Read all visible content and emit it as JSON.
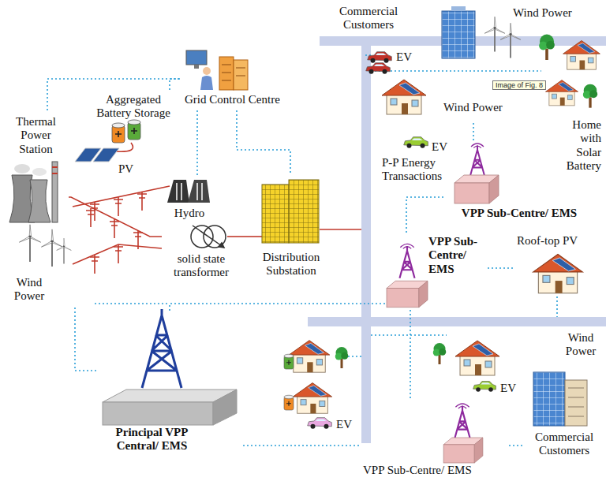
{
  "diagram": {
    "nodes": [
      {
        "text": [
          "Thermal Power Station"
        ]
      },
      {
        "text": [
          "PV"
        ]
      },
      {
        "text": [
          "Aggregated Battery Storage"
        ]
      },
      {
        "text": [
          "Grid Control Centre"
        ]
      },
      {
        "text": [
          "Hydro"
        ]
      },
      {
        "text": [
          "Wind Power"
        ]
      },
      {
        "text": [
          "solid state transformer"
        ]
      },
      {
        "text": [
          "Distribution Substation"
        ]
      },
      {
        "text": [
          "Commercial Customers"
        ]
      },
      {
        "text": [
          "Wind Power"
        ]
      },
      {
        "text": [
          "Wind Power"
        ]
      },
      {
        "text": [
          "Home with Solar Battery"
        ]
      },
      {
        "text": [
          "VPP Sub-Centre/ EMS"
        ]
      },
      {
        "text": [
          "VPP Sub- Centre/ EMS"
        ]
      },
      {
        "text": [
          "Roof-top PV"
        ]
      },
      {
        "text": [
          "Principal VPP Central/ EMS"
        ]
      },
      {
        "text": [
          "EV"
        ]
      },
      {
        "text": [
          "EV"
        ]
      },
      {
        "text": [
          "Wind Power"
        ]
      },
      {
        "text": [
          "Commercial Customers"
        ]
      },
      {
        "text": [
          "VPP Sub-Centre/ EMS"
        ]
      }
    ],
    "edges": [
      {
        "from": 3,
        "to": 7,
        "arrow": "none"
      },
      {
        "from": 3,
        "to": 2,
        "arrow": "none"
      },
      {
        "from": 3,
        "to": 4,
        "arrow": "none"
      },
      {
        "from": 13,
        "to": 15,
        "arrow": "none"
      },
      {
        "from": 13,
        "to": 12,
        "arrow": "none"
      },
      {
        "from": 12,
        "to": 10,
        "arrow": "none"
      },
      {
        "from": 20,
        "to": 15,
        "arrow": "none"
      },
      {
        "from": 13,
        "to": 20,
        "arrow": "none"
      },
      {
        "from": 5,
        "to": 15,
        "arrow": "none"
      },
      {
        "from": 0,
        "to": 3,
        "arrow": "none"
      },
      {
        "from": 14,
        "to": 13,
        "arrow": "none"
      },
      {
        "from": 19,
        "to": 20,
        "arrow": "none"
      },
      {
        "from": 0,
        "to": 6,
        "arrow": "none"
      },
      {
        "from": 6,
        "to": 7,
        "arrow": "none"
      }
    ],
    "labels": [
      "EV",
      "Image of Fig. 8",
      "EV",
      "P-P Energy Transactions"
    ]
  }
}
